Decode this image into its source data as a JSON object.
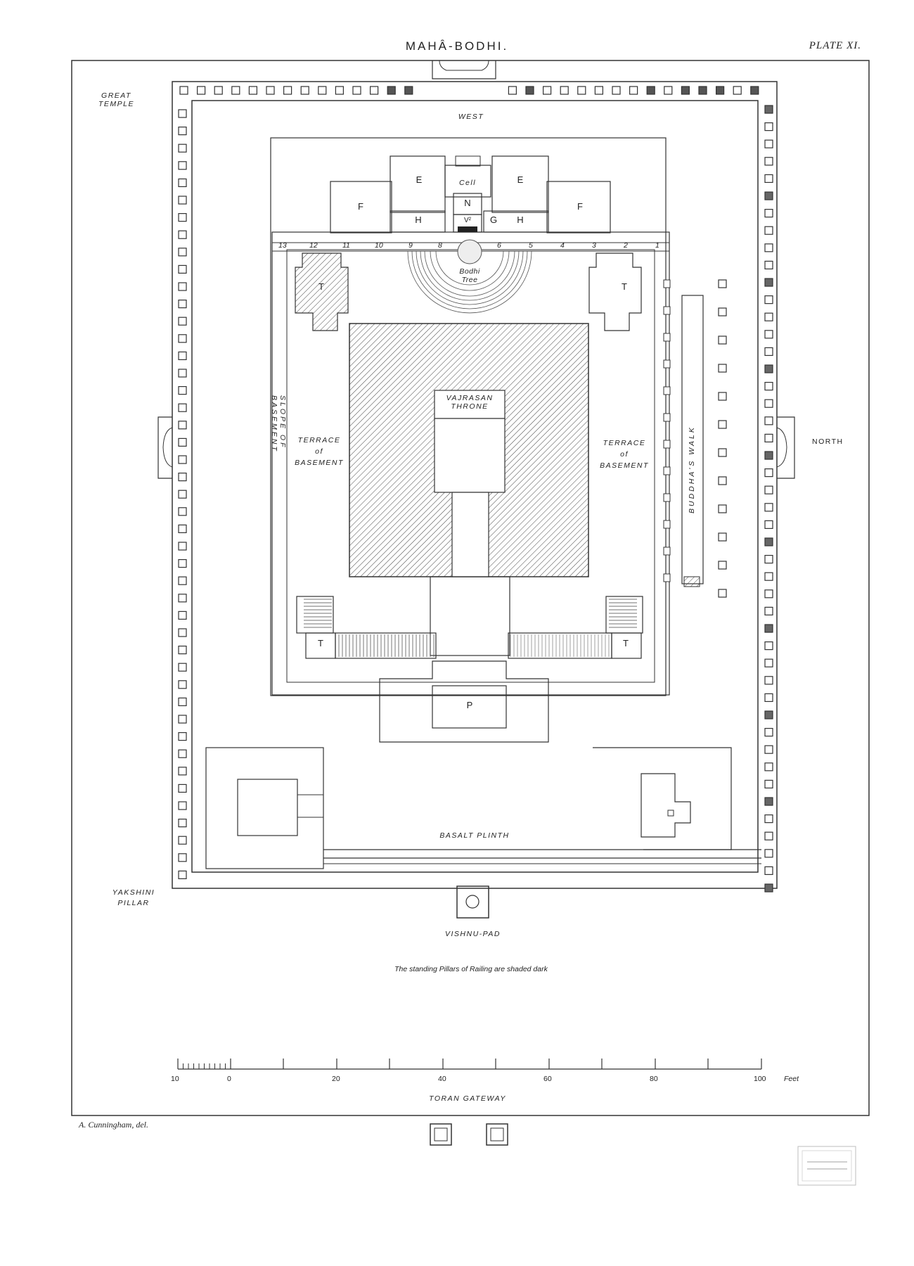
{
  "header": {
    "title": "MAHÂ-BODHI.",
    "plate": "PLATE XI."
  },
  "labels": {
    "great_temple": [
      "GREAT",
      "TEMPLE"
    ],
    "west": "WEST",
    "north": "NORTH",
    "cell": "Cell",
    "bodhi_tree": [
      "Bodhi",
      "Tree"
    ],
    "vajrasan_throne": [
      "VAJRASAN",
      "THRONE"
    ],
    "terrace_left": [
      "TERRACE",
      "of",
      "BASEMENT"
    ],
    "terrace_right": [
      "TERRACE",
      "of",
      "BASEMENT"
    ],
    "slope_of_basement": "SLOPE OF BASEMENT",
    "buddhas_walk": "BUDDHA'S WALK",
    "basalt_plinth": "BASALT PLINTH",
    "yakshini_pillar": [
      "YAKSHINI",
      "PILLAR"
    ],
    "vishnu_pad": "VISHNU-PAD",
    "note": "The standing Pillars of Railing are shaded dark",
    "toran_gateway": "TORAN GATEWAY",
    "credit": "A. Cunningham, del."
  },
  "rooms": {
    "E": "E",
    "F": "F",
    "H": "H",
    "G": "G",
    "N": "N",
    "V2": "V²",
    "T": "T",
    "P": "P"
  },
  "step_numbers": [
    "13",
    "12",
    "11",
    "10",
    "9",
    "8",
    "6",
    "5",
    "4",
    "3",
    "2",
    "1"
  ],
  "scale": {
    "ticks": [
      "10",
      "0",
      "20",
      "40",
      "60",
      "80",
      "100"
    ],
    "unit": "Feet"
  }
}
